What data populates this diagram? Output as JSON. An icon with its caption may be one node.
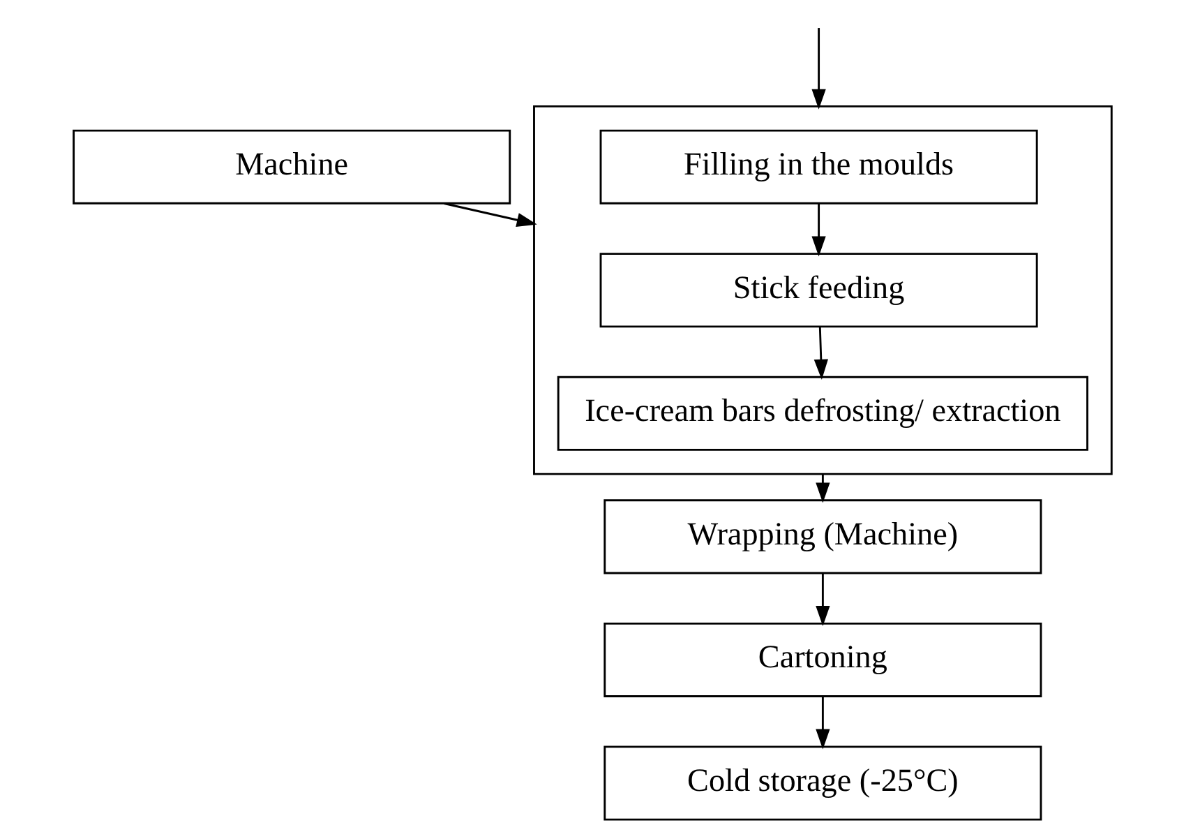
{
  "diagram": {
    "nodes": [
      {
        "text": [],
        "shape": "box"
      },
      {
        "text": [
          "Filling in the moulds"
        ],
        "in": 0
      },
      {
        "text": [
          "Stick feeding"
        ],
        "in": 0
      },
      {
        "text": [
          "Ice-cream bars defrosting/ extraction"
        ],
        "in": 0
      },
      {
        "text": [
          "Machine"
        ]
      },
      {
        "text": [
          "Wrapping (Machine)"
        ]
      },
      {
        "text": [
          "Cartoning"
        ]
      },
      {
        "text": [
          "Cold storage (-25°C)"
        ]
      }
    ],
    "edges": [
      {
        "from": null,
        "to": 0,
        "arrow": "to"
      },
      {
        "from": 1,
        "to": 2,
        "arrow": "to"
      },
      {
        "from": 2,
        "to": 3,
        "arrow": "to"
      },
      {
        "from": 4,
        "to": 0,
        "arrow": "to"
      },
      {
        "from": 0,
        "to": 5,
        "arrow": "to"
      },
      {
        "from": 5,
        "to": 6,
        "arrow": "to"
      },
      {
        "from": 6,
        "to": 7,
        "arrow": "to"
      }
    ]
  }
}
